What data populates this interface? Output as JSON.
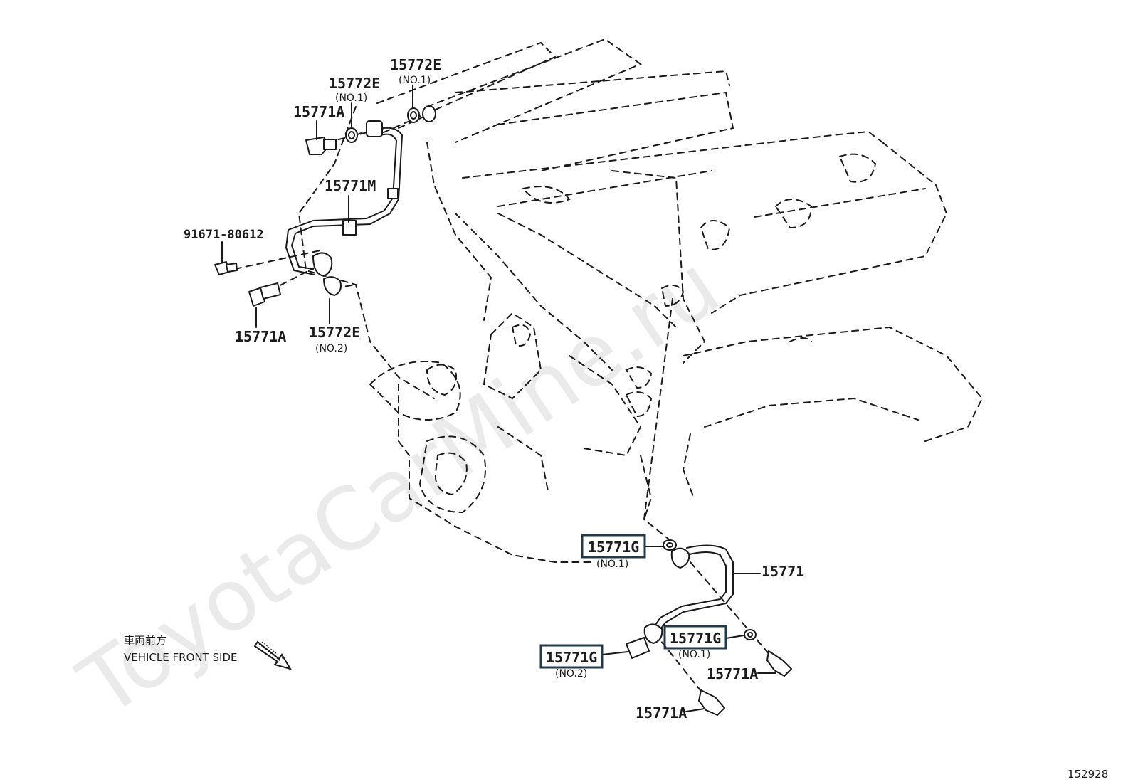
{
  "watermark": "ToyotaCarMine.ru",
  "figure_id": "152928",
  "direction_note": {
    "japanese": "車両前方",
    "english": "VEHICLE FRONT SIDE"
  },
  "parts": {
    "p_15772e_top": {
      "code": "15772E",
      "qualifier": "(NO.1)"
    },
    "p_15772e_mid": {
      "code": "15772E",
      "qualifier": "(NO.1)"
    },
    "p_15771a_top": {
      "code": "15771A"
    },
    "p_15771m": {
      "code": "15771M"
    },
    "p_bolt": {
      "code": "91671-80612"
    },
    "p_15771a_left": {
      "code": "15771A"
    },
    "p_15772e_no2": {
      "code": "15772E",
      "qualifier": "(NO.2)"
    },
    "p_15771g_no1_left": {
      "code": "15771G",
      "qualifier": "(NO.1)"
    },
    "p_15771": {
      "code": "15771"
    },
    "p_15771g_no1_right": {
      "code": "15771G",
      "qualifier": "(NO.1)"
    },
    "p_15771g_no2": {
      "code": "15771G",
      "qualifier": "(NO.2)"
    },
    "p_15771a_right": {
      "code": "15771A"
    },
    "p_15771a_bottom": {
      "code": "15771A"
    }
  },
  "highlight_color": "#22394a"
}
